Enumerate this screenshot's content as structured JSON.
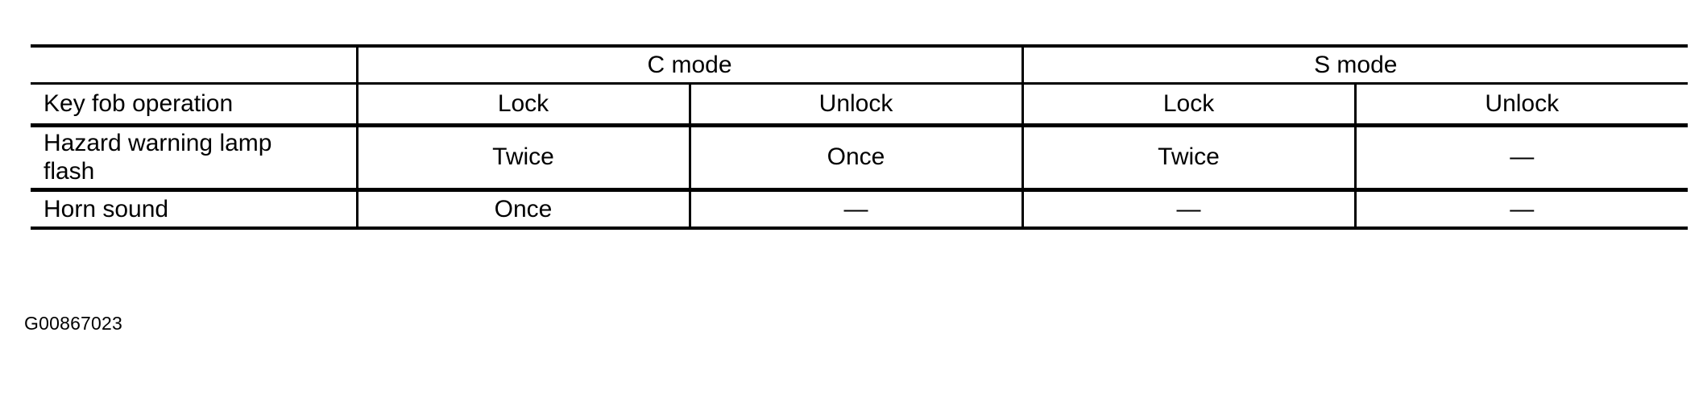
{
  "table": {
    "mode_headers": [
      {
        "label": "",
        "span": 1
      },
      {
        "label": "C mode",
        "span": 2
      },
      {
        "label": "S mode",
        "span": 2
      }
    ],
    "c_mode_label": "C mode",
    "s_mode_label": "S mode",
    "rows": [
      {
        "label": "Key fob operation",
        "cells": [
          "Lock",
          "Unlock",
          "Lock",
          "Unlock"
        ]
      },
      {
        "label": "Hazard warning lamp flash",
        "label_line1": "Hazard warning lamp",
        "label_line2": "flash",
        "cells": [
          "Twice",
          "Once",
          "Twice",
          "—"
        ]
      },
      {
        "label": "Horn sound",
        "cells": [
          "Once",
          "—",
          "—",
          "—"
        ]
      }
    ]
  },
  "caption": {
    "text": "G00867023"
  },
  "colors": {
    "rule": "#000000",
    "text": "#000000",
    "background": "#ffffff"
  }
}
